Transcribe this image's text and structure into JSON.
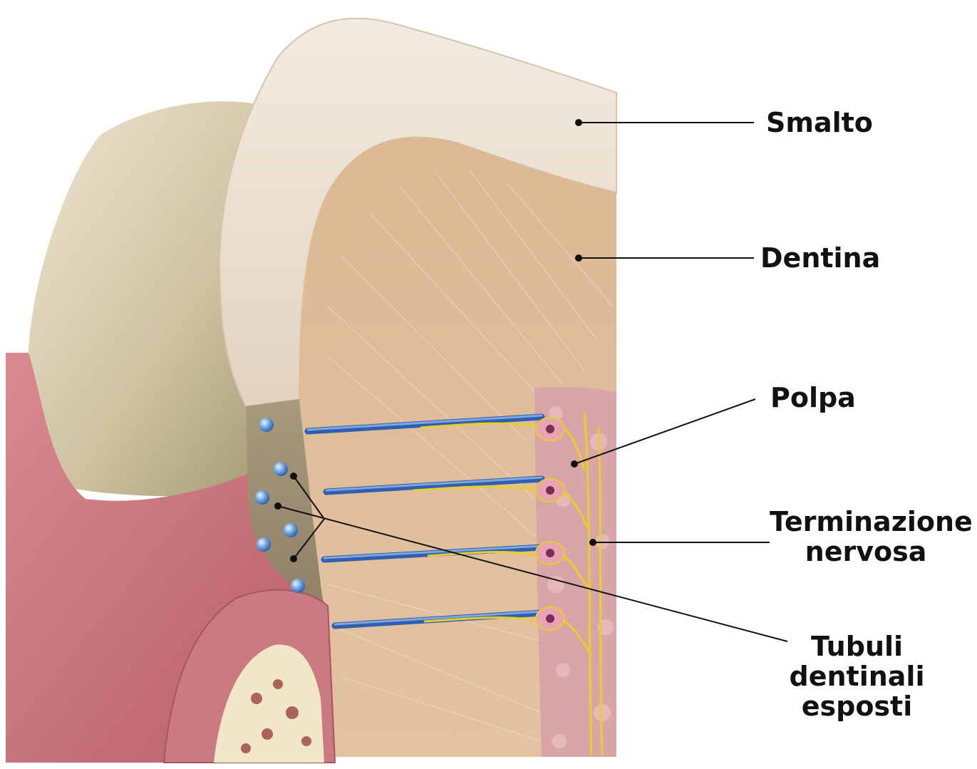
{
  "labels": {
    "enamel": "Smalto",
    "dentin": "Dentina",
    "pulp": "Polpa",
    "nerve_line1": "Terminazione",
    "nerve_line2": "nervosa",
    "tubules_line1": "Tubuli",
    "tubules_line2": "dentinali",
    "tubules_line3": "esposti"
  },
  "colors": {
    "enamel": "#e9dccb",
    "dentin": "#d9b38c",
    "pulp": "#d9a3a8",
    "gum": "#c9727b",
    "crown": "#d8cfb0",
    "tubule": "#2f5fae",
    "nerve": "#e6cf2a",
    "leader": "#111111"
  }
}
